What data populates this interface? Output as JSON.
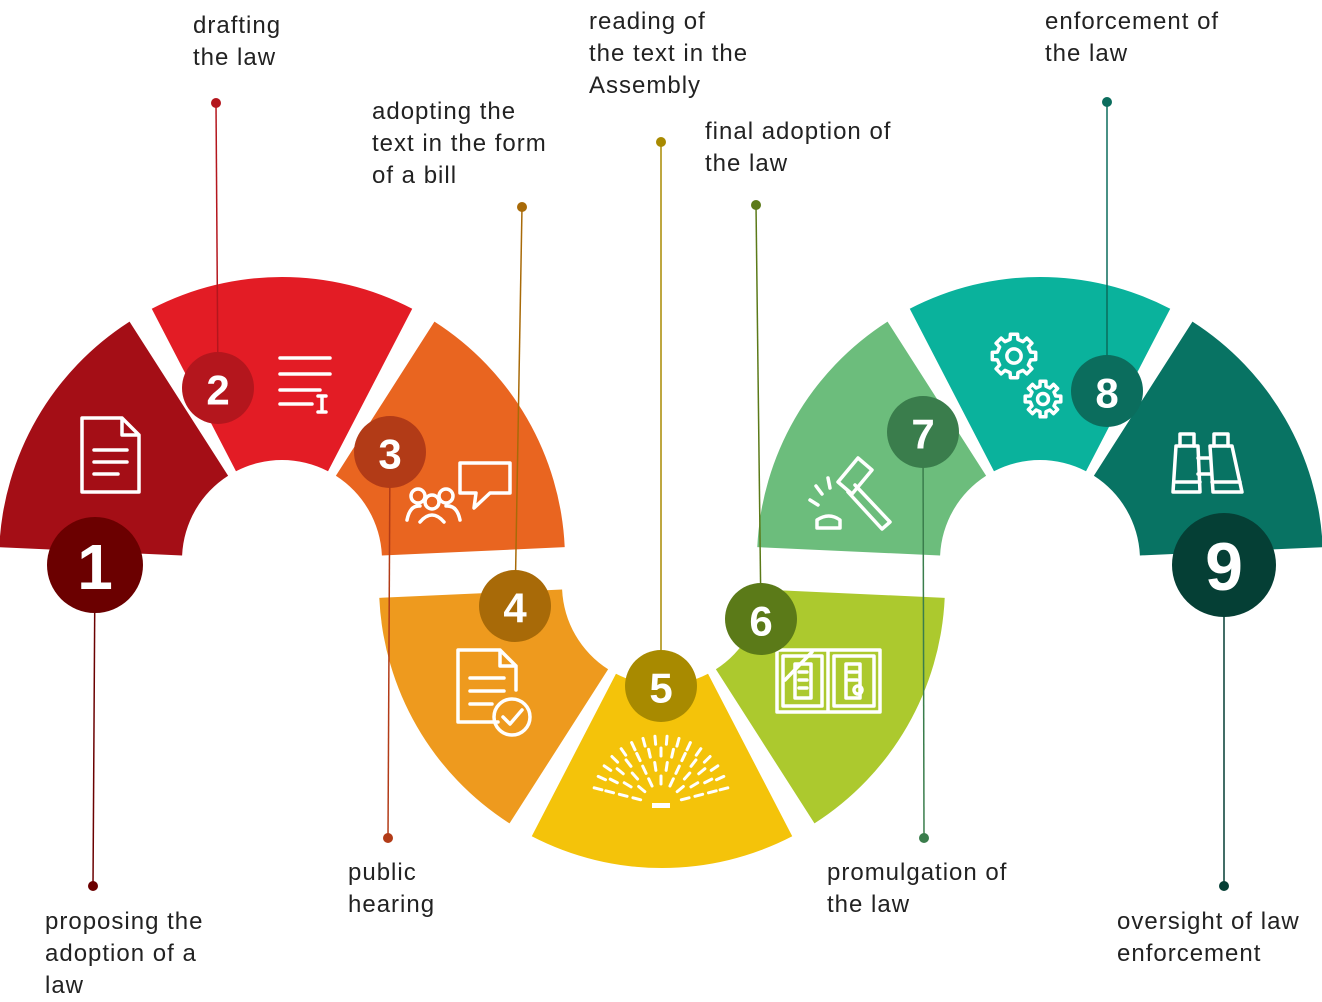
{
  "steps": [
    {
      "number": "1",
      "label": "proposing the\nadoption of a\nlaw",
      "color": "#a40e16",
      "badge": "#6b0000",
      "icon": "document-icon"
    },
    {
      "number": "2",
      "label": "drafting\nthe law",
      "color": "#e31c25",
      "badge": "#b4161d",
      "icon": "text-edit-icon"
    },
    {
      "number": "3",
      "label": "public\nhearing",
      "color": "#e96520",
      "badge": "#b23b17",
      "icon": "people-chat-icon"
    },
    {
      "number": "4",
      "label": "adopting the\ntext in the form\nof a bill",
      "color": "#ee9a1e",
      "badge": "#a86a08",
      "icon": "document-check-icon"
    },
    {
      "number": "5",
      "label": "reading of\nthe text in the\nAssembly",
      "color": "#f4c30a",
      "badge": "#a88a00",
      "icon": "assembly-hall-icon"
    },
    {
      "number": "6",
      "label": "final adoption of\nthe law",
      "color": "#acc92e",
      "badge": "#5b7a18",
      "icon": "open-book-icon"
    },
    {
      "number": "7",
      "label": "promulgation of\nthe law",
      "color": "#6cbd7c",
      "badge": "#3a7d4c",
      "icon": "gavel-icon"
    },
    {
      "number": "8",
      "label": "enforcement of\nthe law",
      "color": "#0ab29c",
      "badge": "#0b6d5d",
      "icon": "gears-icon"
    },
    {
      "number": "9",
      "label": "oversight of law\nenforcement",
      "color": "#087363",
      "badge": "#053f35",
      "icon": "binoculars-icon"
    }
  ]
}
